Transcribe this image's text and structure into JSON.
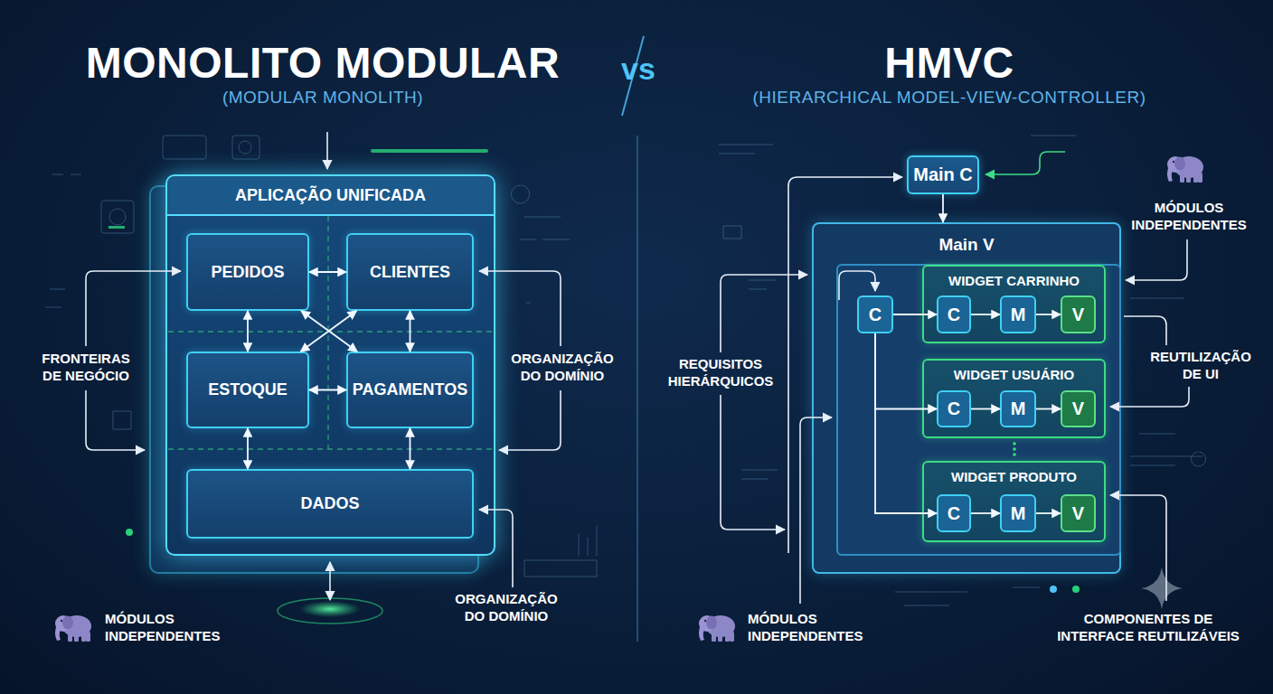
{
  "diagram": {
    "nodes": [
      {
        "text": [
          "APLICAÇÃO UNIFICADA"
        ]
      },
      {
        "text": [
          "PEDIDOS"
        ],
        "in": 0
      },
      {
        "text": [
          "CLIENTES"
        ],
        "in": 0
      },
      {
        "text": [
          "ESTOQUE"
        ],
        "in": 0
      },
      {
        "text": [
          "PAGAMENTOS"
        ],
        "in": 0
      },
      {
        "text": [
          "DADOS"
        ],
        "in": 0
      },
      {
        "text": [
          "Main C"
        ]
      },
      {
        "text": [
          "Main V"
        ]
      },
      {
        "text": [
          "C"
        ],
        "in": 7
      },
      {
        "text": [
          "WIDGET CARRINHO"
        ],
        "in": 7
      },
      {
        "text": [
          "C"
        ],
        "in": 9
      },
      {
        "text": [
          "M"
        ],
        "in": 9
      },
      {
        "text": [
          "V"
        ],
        "in": 9
      },
      {
        "text": [
          "WIDGET USUÁRIO"
        ],
        "in": 7
      },
      {
        "text": [
          "C"
        ],
        "in": 13
      },
      {
        "text": [
          "M"
        ],
        "in": 13
      },
      {
        "text": [
          "V"
        ],
        "in": 13
      },
      {
        "text": [
          "WIDGET PRODUTO"
        ],
        "in": 7
      },
      {
        "text": [
          "C"
        ],
        "in": 17
      },
      {
        "text": [
          "M"
        ],
        "in": 17
      },
      {
        "text": [
          "V"
        ],
        "in": 17
      }
    ],
    "edges": [
      {
        "from": 1,
        "to": 2,
        "arrow": "both"
      },
      {
        "from": 1,
        "to": 3,
        "arrow": "both"
      },
      {
        "from": 2,
        "to": 4,
        "arrow": "both"
      },
      {
        "from": 3,
        "to": 4,
        "arrow": "both"
      },
      {
        "from": 1,
        "to": 4,
        "arrow": "both"
      },
      {
        "from": 2,
        "to": 3,
        "arrow": "both"
      },
      {
        "from": 3,
        "to": 5,
        "arrow": "both"
      },
      {
        "from": 4,
        "to": 5,
        "arrow": "both"
      },
      {
        "from": 6,
        "to": 7,
        "arrow": "to"
      },
      {
        "from": 8,
        "to": 10,
        "arrow": "to"
      },
      {
        "from": 8,
        "to": 14,
        "arrow": "to"
      },
      {
        "from": 8,
        "to": 18,
        "arrow": "to"
      },
      {
        "from": 10,
        "to": 11,
        "arrow": "to"
      },
      {
        "from": 11,
        "to": 12,
        "arrow": "to"
      },
      {
        "from": 14,
        "to": 15,
        "arrow": "to"
      },
      {
        "from": 15,
        "to": 16,
        "arrow": "to"
      },
      {
        "from": 18,
        "to": 19,
        "arrow": "to"
      },
      {
        "from": 19,
        "to": 20,
        "arrow": "to"
      }
    ],
    "labels": [
      "MONOLITO MODULAR",
      "(MODULAR MONOLITH)",
      "vs",
      "HMVC",
      "(HIERARCHICAL MODEL-VIEW-CONTROLLER)",
      "FRONTEIRAS DE NEGÓCIO",
      "ORGANIZAÇÃO DO DOMÍNIO",
      "MÓDULOS INDEPENDENTES",
      "ORGANIZAÇÃO DO DOMÍNIO",
      "MÓDULOS INDEPENDENTES",
      "REQUISITOS HIERÁRQUICOS",
      "REUTILIZAÇÃO DE UI",
      "MÓDULOS INDEPENDENTES",
      "COMPONENTES DE INTERFACE REUTILIZÁVEIS"
    ]
  }
}
